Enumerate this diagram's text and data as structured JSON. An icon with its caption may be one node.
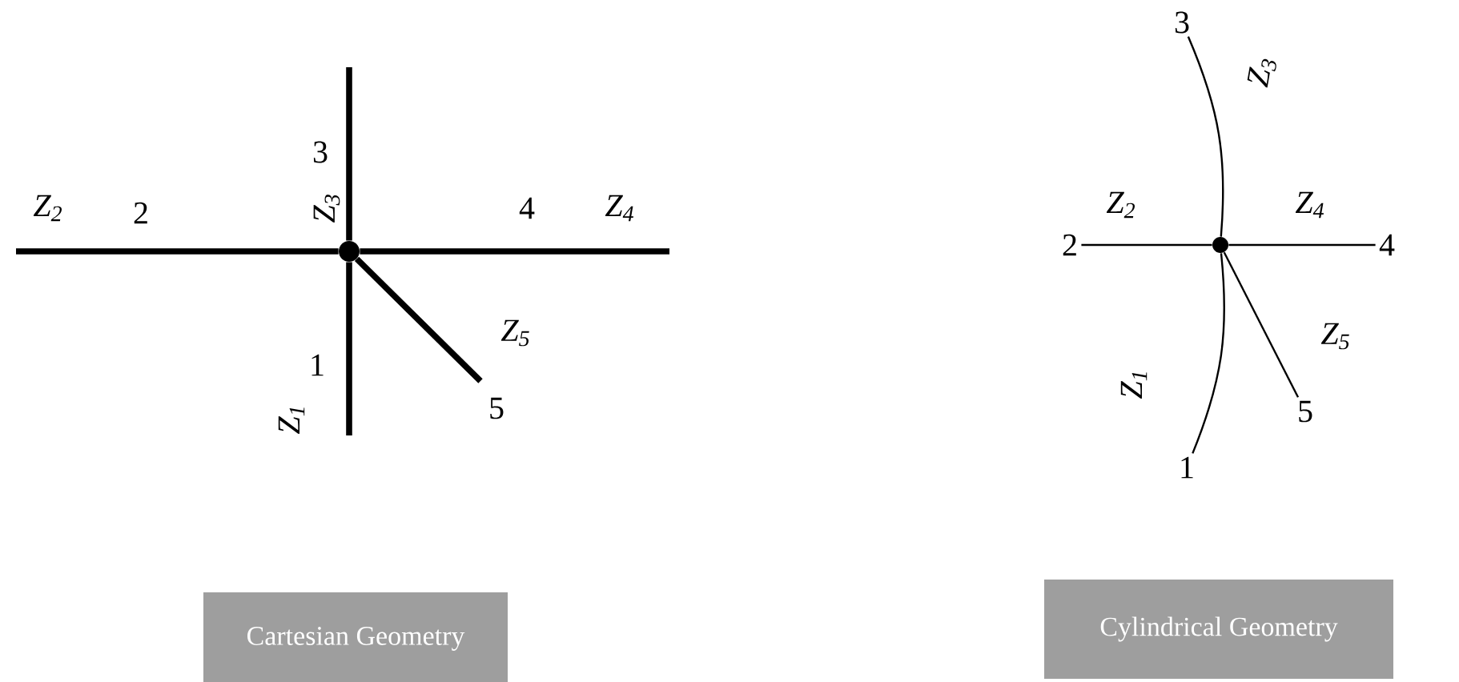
{
  "diagram": {
    "nodes": [
      {
        "text": [],
        "shape": "circle"
      },
      {
        "text": [
          "3"
        ]
      },
      {
        "text": [
          "2"
        ]
      },
      {
        "text": [],
        "shape": "circle"
      },
      {
        "text": [
          "4"
        ]
      },
      {
        "text": [
          "5"
        ]
      },
      {
        "text": [
          "1"
        ]
      },
      {
        "text": [
          "Cartesian Geometry"
        ]
      },
      {
        "text": [
          "Cylindrical Geometry"
        ]
      }
    ],
    "edges": [
      {
        "from": 0,
        "to": null,
        "arrow": "none",
        "style": "thick"
      },
      {
        "from": 0,
        "to": null,
        "arrow": "none",
        "style": "thick"
      },
      {
        "from": 0,
        "to": null,
        "arrow": "none",
        "style": "thick"
      },
      {
        "from": 0,
        "to": null,
        "arrow": "none",
        "style": "thick"
      },
      {
        "from": 0,
        "to": null,
        "arrow": "none",
        "style": "thick"
      },
      {
        "from": 3,
        "to": 1,
        "arrow": "none"
      },
      {
        "from": 3,
        "to": 2,
        "arrow": "none"
      },
      {
        "from": 3,
        "to": 4,
        "arrow": "none"
      },
      {
        "from": 3,
        "to": 5,
        "arrow": "none"
      },
      {
        "from": 3,
        "to": 6,
        "arrow": "none"
      }
    ],
    "labels": [
      "3",
      "Z$_{2}$",
      "2",
      "Z$_{3}$",
      "4",
      "Z$_{4}$",
      "1",
      "Z$_{5}$",
      "Z$_{1}$",
      "5",
      "Z$_{3}$",
      "Z$_{2}$",
      "Z$_{4}$",
      "Z$_{5}$",
      "Z$_{1}$"
    ]
  }
}
